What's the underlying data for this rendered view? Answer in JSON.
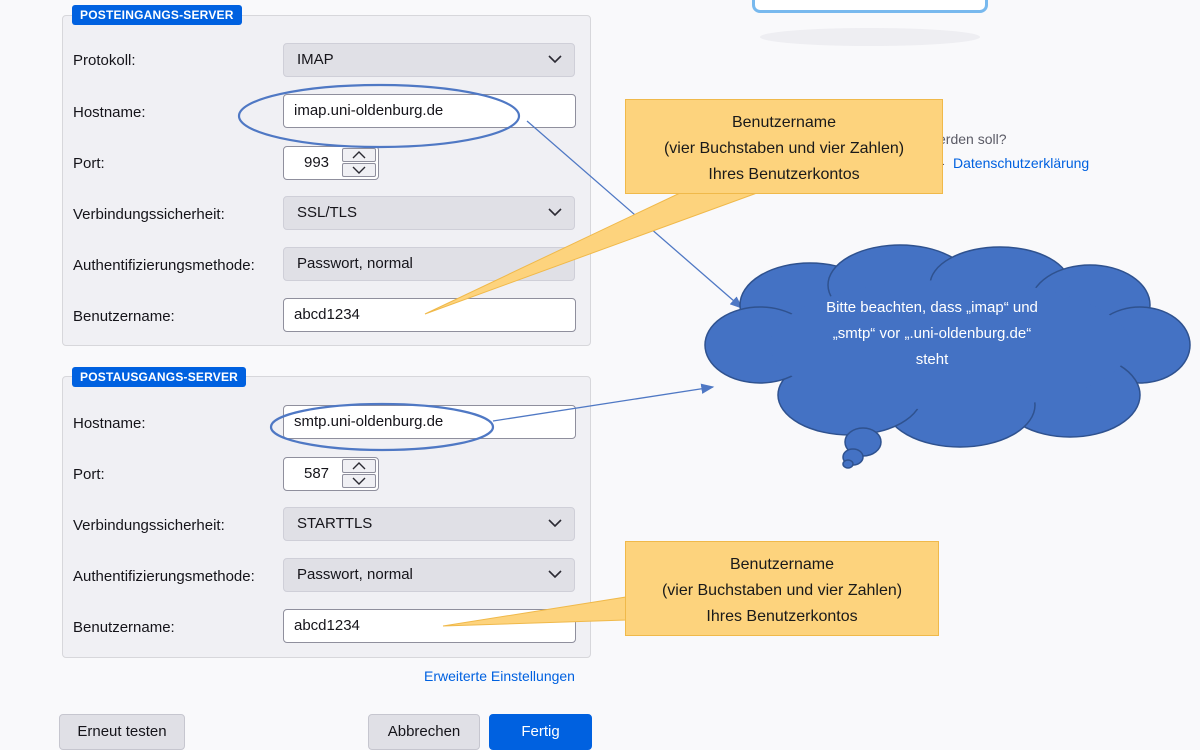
{
  "incoming": {
    "badge": "POSTEINGANGS-SERVER",
    "protocol_label": "Protokoll:",
    "protocol_value": "IMAP",
    "hostname_label": "Hostname:",
    "hostname_value": "imap.uni-oldenburg.de",
    "port_label": "Port:",
    "port_value": "993",
    "security_label": "Verbindungssicherheit:",
    "security_value": "SSL/TLS",
    "auth_label": "Authentifizierungsmethode:",
    "auth_value": "Passwort, normal",
    "username_label": "Benutzername:",
    "username_value": "abcd1234"
  },
  "outgoing": {
    "badge": "POSTAUSGANGS-SERVER",
    "hostname_label": "Hostname:",
    "hostname_value": "smtp.uni-oldenburg.de",
    "port_label": "Port:",
    "port_value": "587",
    "security_label": "Verbindungssicherheit:",
    "security_value": "STARTTLS",
    "auth_label": "Authentifizierungsmethode:",
    "auth_value": "Passwort, normal",
    "username_label": "Benutzername:",
    "username_value": "abcd1234"
  },
  "advanced_link": "Erweiterte Einstellungen",
  "buttons": {
    "retest": "Erneut testen",
    "cancel": "Abbrechen",
    "done": "Fertig"
  },
  "background_right": {
    "partial_question": "erden soll?",
    "privacy_dash": "-",
    "privacy_link": "Datenschutzerklärung"
  },
  "callout_top": {
    "line1": "Benutzername",
    "line2": "(vier Buchstaben und vier Zahlen)",
    "line3": "Ihres Benutzerkontos"
  },
  "callout_bottom": {
    "line1": "Benutzername",
    "line2": "(vier Buchstaben und vier Zahlen)",
    "line3": "Ihres Benutzerkontos"
  },
  "cloud": {
    "line1": "Bitte beachten, dass „imap“ und",
    "line2": "„smtp“ vor „.uni-oldenburg.de“",
    "line3": "steht"
  },
  "colors": {
    "accent": "#0061e0",
    "callout_fill": "#fdd37d",
    "cloud_fill": "#4472c4",
    "ellipse_stroke": "#4f78c4"
  }
}
